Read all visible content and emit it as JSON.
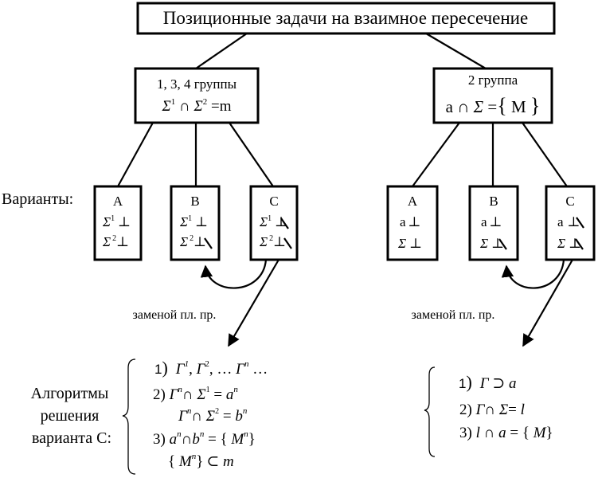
{
  "title": "Позиционные задачи на взаимное пересечение",
  "variants_label": "Варианты:",
  "left_group": {
    "title": "1, 3, 4 группы",
    "formula": {
      "s1": "Σ",
      "sup1": "1",
      "cap": " ∩ ",
      "s2": "Σ",
      "sup2": "2",
      "rest": " =m"
    },
    "variants": [
      {
        "letter": "A",
        "row1_sym": "Σ",
        "row1_sup": "1",
        "row1_mark": "⊥",
        "row2_sym": "Σ",
        "row2_sup": "2",
        "row2_mark": "⊥"
      },
      {
        "letter": "B",
        "row1_sym": "Σ",
        "row1_sup": "1",
        "row1_mark": "⊥",
        "row2_sym": "Σ",
        "row2_sup": "2",
        "row2_mark": "⊥"
      },
      {
        "letter": "C",
        "row1_sym": "Σ",
        "row1_sup": "1",
        "row1_mark": "⊥",
        "row2_sym": "Σ",
        "row2_sup": "2",
        "row2_mark": "⊥"
      }
    ],
    "replace_label": "заменой пл. пр."
  },
  "right_group": {
    "title": "2 группа",
    "formula": {
      "a": "а",
      "cap": " ∩ ",
      "sigma": "Σ",
      "eq": " =",
      "lb": "{",
      "m": " M ",
      "rb": "}"
    },
    "variants": [
      {
        "letter": "A",
        "row1_sym": "а",
        "row1_mark": "⊥",
        "row2_sym": "Σ",
        "row2_mark": "⊥"
      },
      {
        "letter": "B",
        "row1_sym": "а",
        "row1_mark": "⊥",
        "row2_sym": "Σ",
        "row2_mark": "⊥"
      },
      {
        "letter": "C",
        "row1_sym": "а",
        "row1_mark": "⊥",
        "row2_sym": "Σ",
        "row2_mark": "⊥"
      }
    ],
    "replace_label": "заменой пл. пр."
  },
  "algorithms_label": [
    "Алгоритмы",
    "решения",
    "варианта С:"
  ],
  "left_algorithm": {
    "l1": {
      "n": "1",
      "p": ")",
      "g1": "Γ",
      "s1": "1",
      "c1": ", ",
      "g2": "Γ",
      "s2": "2",
      "c2": ", … ",
      "g3": "Γ",
      "s3": "n",
      "c3": " …"
    },
    "l2": {
      "n": "2) ",
      "g": "Γ",
      "s": "n",
      "cap": "∩ ",
      "sig": "Σ",
      "ss": "1",
      "eq": " = ",
      "v": "a",
      "vs": "n"
    },
    "l3": {
      "g": "Γ",
      "s": "n",
      "cap": "∩ ",
      "sig": "Σ",
      "ss": "2",
      "eq": " = ",
      "v": "b",
      "vs": "n"
    },
    "l4": {
      "n": "3)  ",
      "a": "a",
      "as": "n",
      "cap": "∩",
      "b": "b",
      "bs": "n",
      "eq": " = ",
      "lb": "{ ",
      "m": "M",
      "ms": "n",
      "rb": "}"
    },
    "l5": {
      "lb": "{ ",
      "m": "M",
      "ms": "n",
      "rb": "}",
      "sub": "⊂ ",
      "v": "m"
    }
  },
  "right_algorithm": {
    "l1": {
      "n": "1",
      "p": ")",
      "g": "Γ",
      "sup": " ⊃ ",
      "a": "a"
    },
    "l2": {
      "n": "2) ",
      "g": "Γ",
      "cap": "∩ ",
      "sig": "Σ",
      "eq": "= ",
      "l": "l"
    },
    "l3": {
      "n": "3) ",
      "l": "l",
      "cap": " ∩ ",
      "a": "a",
      "eq": " = ",
      "lb": "{ ",
      "m": "M",
      "rb": "}"
    }
  }
}
